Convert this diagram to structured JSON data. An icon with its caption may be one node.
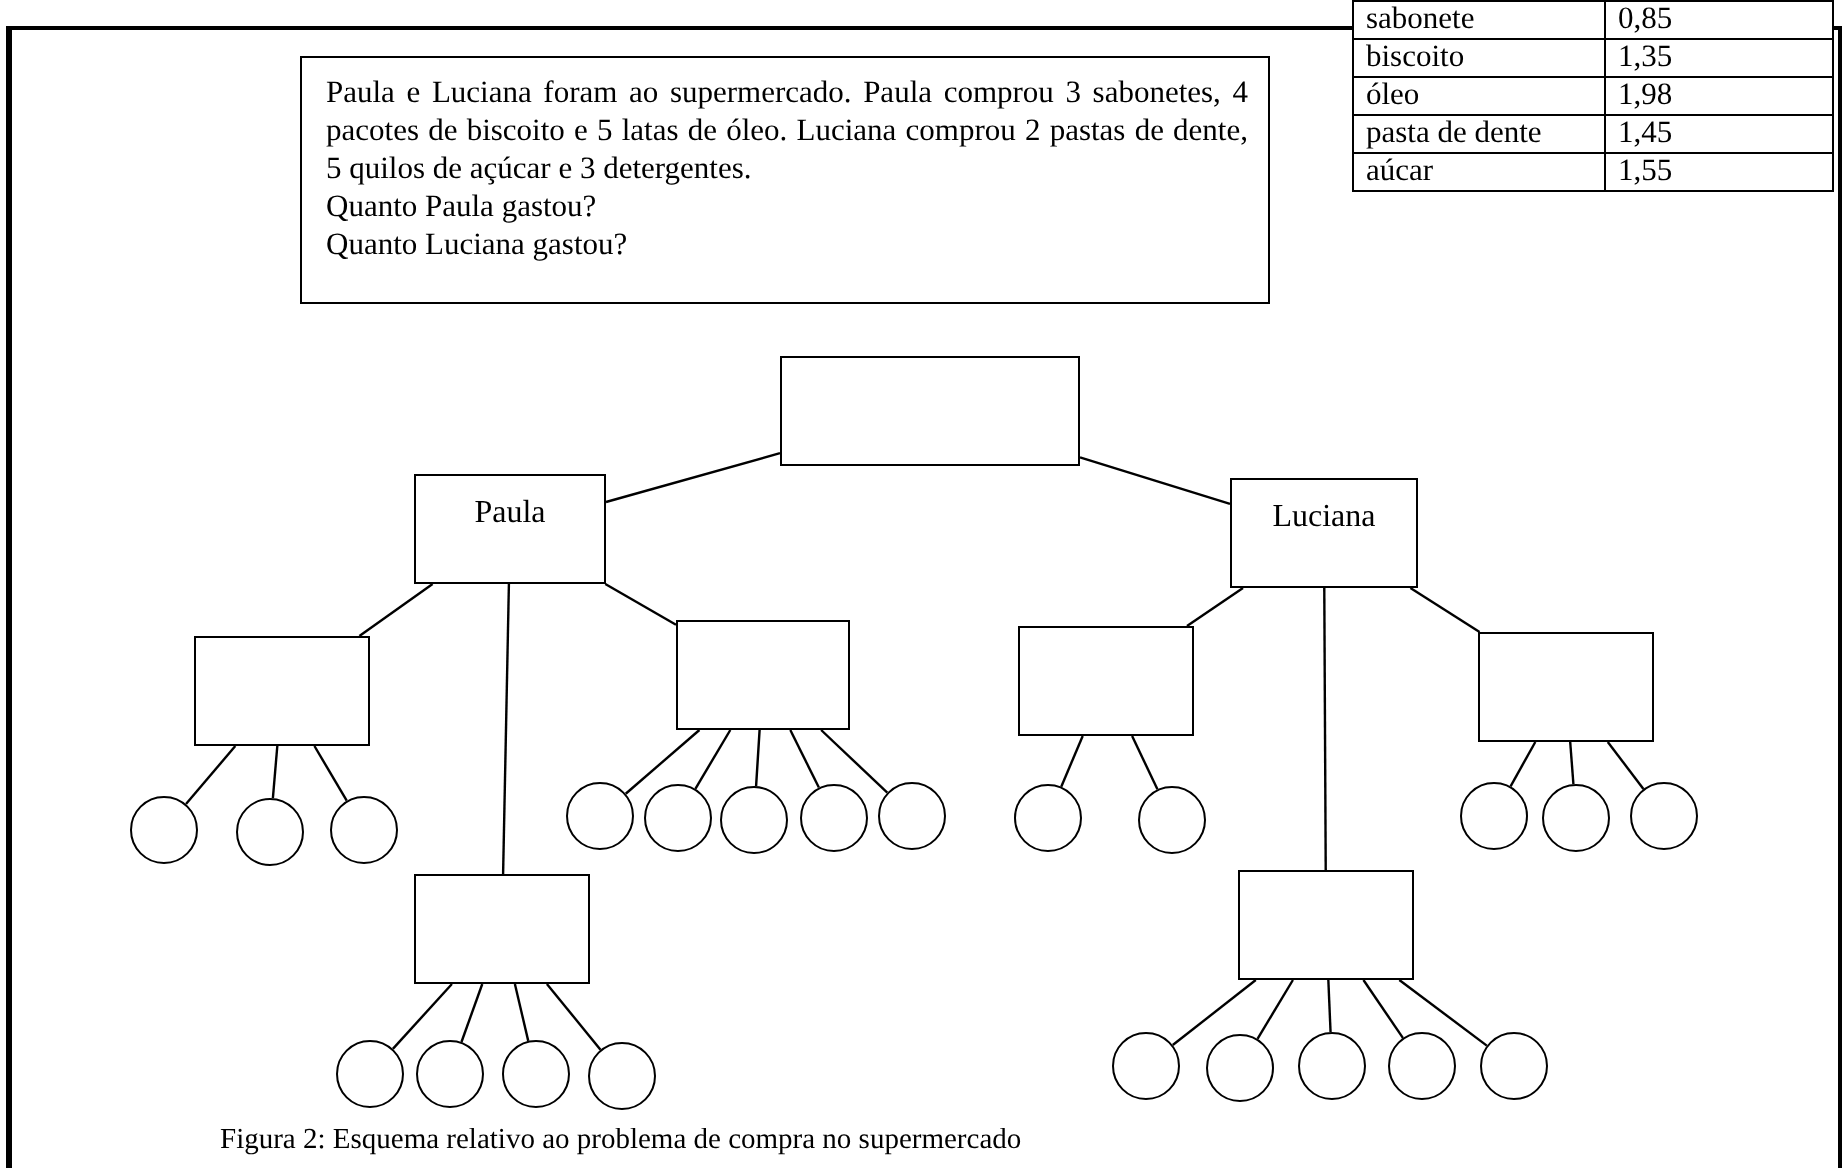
{
  "diagram": {
    "caption": "Figura 2: Esquema relativo ao problema de compra no supermercado",
    "nodes": [
      {
        "text": [
          "Paula e Luciana foram ao supermercado. Paula comprou 3 sabonetes, 4 pacotes de biscoito e 5 latas de óleo. Luciana comprou 2 pastas de dente, 5 quilos de açúcar e 3 detergentes.",
          "Quanto Paula gastou?",
          "Quanto Luciana gastou?"
        ]
      },
      {
        "text": [],
        "shape": "box"
      },
      {
        "text": [
          "Paula"
        ]
      },
      {
        "text": [
          "Luciana"
        ]
      },
      {
        "text": [],
        "shape": "box"
      },
      {
        "text": [],
        "shape": "box"
      },
      {
        "text": [],
        "shape": "box"
      },
      {
        "text": [],
        "shape": "box"
      },
      {
        "text": [],
        "shape": "circle"
      },
      {
        "text": [],
        "shape": "circle"
      },
      {
        "text": [],
        "shape": "circle"
      },
      {
        "text": [],
        "shape": "circle"
      },
      {
        "text": [],
        "shape": "circle"
      },
      {
        "text": [],
        "shape": "circle"
      },
      {
        "text": [],
        "shape": "circle"
      },
      {
        "text": [],
        "shape": "circle"
      },
      {
        "text": [],
        "shape": "circle"
      },
      {
        "text": [],
        "shape": "circle"
      },
      {
        "text": [],
        "shape": "circle"
      },
      {
        "text": [],
        "shape": "circle"
      },
      {
        "text": [],
        "shape": "circle"
      },
      {
        "text": [],
        "shape": "box"
      },
      {
        "text": [],
        "shape": "box"
      },
      {
        "text": [],
        "shape": "circle"
      },
      {
        "text": [],
        "shape": "circle"
      },
      {
        "text": [],
        "shape": "circle"
      },
      {
        "text": [],
        "shape": "circle"
      },
      {
        "text": [],
        "shape": "circle"
      },
      {
        "text": [],
        "shape": "circle"
      },
      {
        "text": [],
        "shape": "circle"
      },
      {
        "text": [],
        "shape": "circle"
      },
      {
        "text": [],
        "shape": "circle"
      }
    ],
    "edges": [
      {
        "from": 1,
        "to": 2,
        "arrow": "none"
      },
      {
        "from": 1,
        "to": 3,
        "arrow": "none"
      },
      {
        "from": 2,
        "to": 4,
        "arrow": "none"
      },
      {
        "from": 2,
        "to": 21,
        "arrow": "none"
      },
      {
        "from": 2,
        "to": 5,
        "arrow": "none"
      },
      {
        "from": 3,
        "to": 6,
        "arrow": "none"
      },
      {
        "from": 3,
        "to": 22,
        "arrow": "none"
      },
      {
        "from": 3,
        "to": 7,
        "arrow": "none"
      },
      {
        "from": 4,
        "to": 8,
        "arrow": "none"
      },
      {
        "from": 4,
        "to": 9,
        "arrow": "none"
      },
      {
        "from": 4,
        "to": 10,
        "arrow": "none"
      },
      {
        "from": 5,
        "to": 11,
        "arrow": "none"
      },
      {
        "from": 5,
        "to": 12,
        "arrow": "none"
      },
      {
        "from": 5,
        "to": 13,
        "arrow": "none"
      },
      {
        "from": 5,
        "to": 14,
        "arrow": "none"
      },
      {
        "from": 5,
        "to": 15,
        "arrow": "none"
      },
      {
        "from": 6,
        "to": 16,
        "arrow": "none"
      },
      {
        "from": 6,
        "to": 17,
        "arrow": "none"
      },
      {
        "from": 7,
        "to": 18,
        "arrow": "none"
      },
      {
        "from": 7,
        "to": 19,
        "arrow": "none"
      },
      {
        "from": 7,
        "to": 20,
        "arrow": "none"
      },
      {
        "from": 21,
        "to": 23,
        "arrow": "none"
      },
      {
        "from": 21,
        "to": 24,
        "arrow": "none"
      },
      {
        "from": 21,
        "to": 25,
        "arrow": "none"
      },
      {
        "from": 21,
        "to": 26,
        "arrow": "none"
      },
      {
        "from": 22,
        "to": 27,
        "arrow": "none"
      },
      {
        "from": 22,
        "to": 28,
        "arrow": "none"
      },
      {
        "from": 22,
        "to": 29,
        "arrow": "none"
      },
      {
        "from": 22,
        "to": 30,
        "arrow": "none"
      },
      {
        "from": 22,
        "to": 31,
        "arrow": "none"
      }
    ],
    "labels": [
      "sabonete",
      "0,85",
      "biscoito",
      "1,35",
      "óleo",
      "1,98",
      "pasta de dente",
      "1,45",
      "aúcar",
      "1,55"
    ]
  }
}
